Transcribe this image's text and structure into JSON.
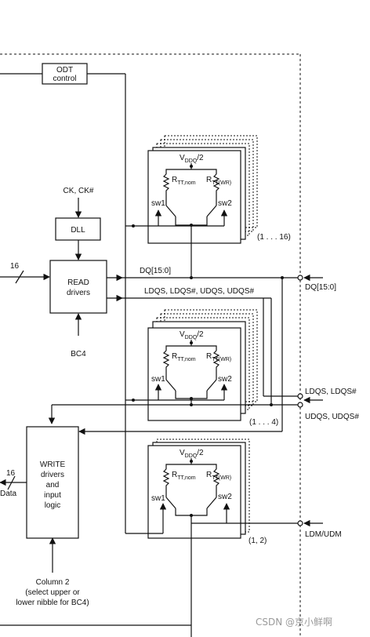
{
  "blocks": {
    "odt": [
      "ODT",
      "control"
    ],
    "ck": "CK, CK#",
    "dll": "DLL",
    "read": [
      "READ",
      "drivers"
    ],
    "bc4": "BC4",
    "write": [
      "WRITE",
      "drivers",
      "and",
      "input",
      "logic"
    ],
    "column2": [
      "Column 2",
      "(select upper or",
      "lower nibble for BC4)"
    ],
    "data": "Data",
    "bus16_read": "16",
    "bus16_write": "16"
  },
  "termination": {
    "vddq": "V",
    "vddq_sub": "DDQ",
    "vddq_tail": "/2",
    "r": "R",
    "rtt_nom_sub": "TT,nom",
    "rtt_wr_sub": "TT(WR)",
    "sw1": "sw1",
    "sw2": "sw2",
    "count_dq": "(1 . . . 16)",
    "count_dqs": "(1 . . . 4)",
    "count_dm": "(1, 2)"
  },
  "signals": {
    "dq_internal": "DQ[15:0]",
    "dq_pin": "DQ[15:0]",
    "strobes_internal": "LDQS, LDQS#, UDQS, UDQS#",
    "ldqs_pin": "LDQS, LDQS#",
    "udqs_pin": "UDQS, UDQS#",
    "dm_pin": "LDM/UDM"
  },
  "watermark": "CSDN @京小鲜啊"
}
